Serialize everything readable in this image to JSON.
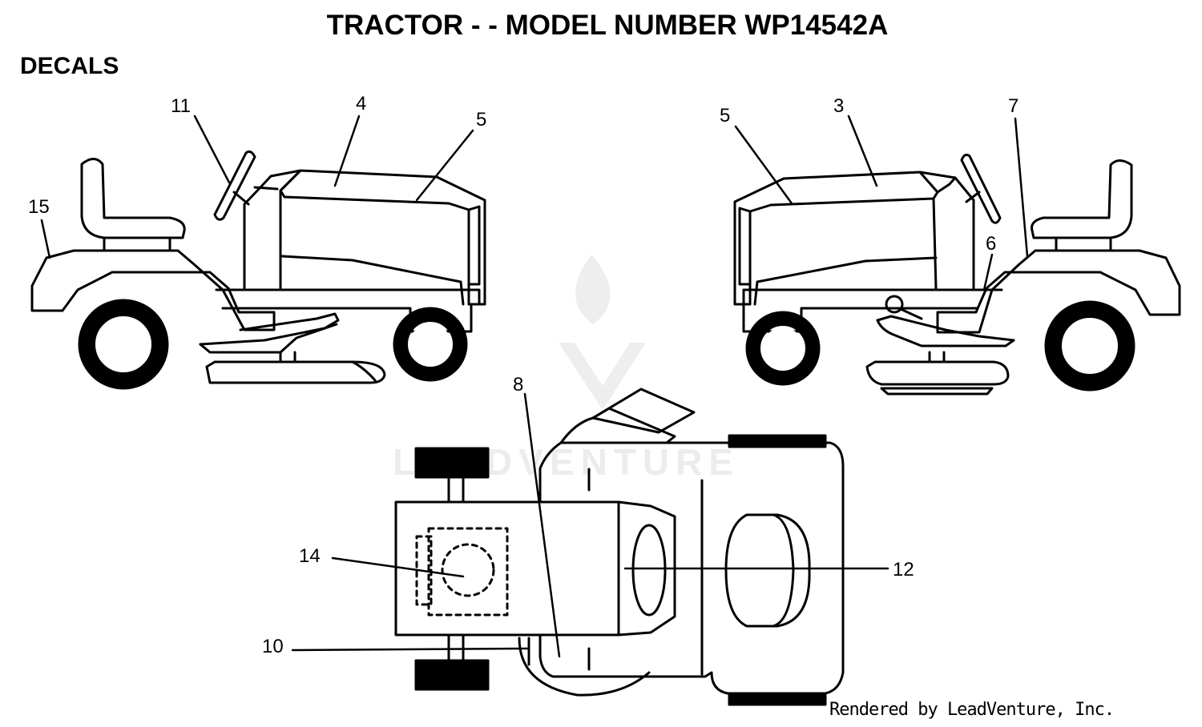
{
  "header": {
    "title": "TRACTOR - - MODEL NUMBER WP14542A",
    "section": "DECALS"
  },
  "callouts": [
    "11",
    "4",
    "5",
    "15",
    "5",
    "3",
    "7",
    "6",
    "8",
    "14",
    "12",
    "10"
  ],
  "watermark": "LEADVENTURE",
  "footer": {
    "credit": "Rendered by LeadVenture, Inc."
  }
}
